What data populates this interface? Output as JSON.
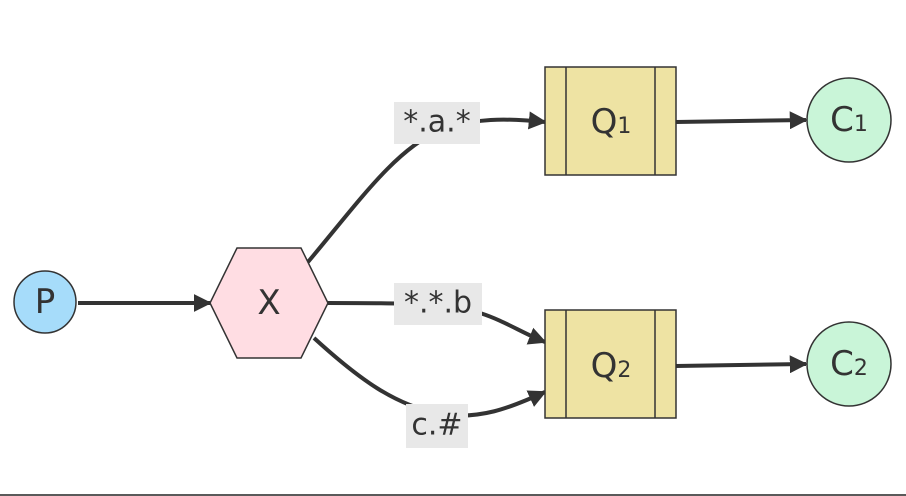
{
  "diagram": {
    "nodes": {
      "producer": {
        "label": "P",
        "shape": "circle",
        "fill": "#a6dcfa"
      },
      "exchange": {
        "label": "X",
        "shape": "hexagon",
        "fill": "#ffdde3"
      },
      "queue1": {
        "label": "Q",
        "sub": "1",
        "shape": "queue",
        "fill": "#eee3a3"
      },
      "queue2": {
        "label": "Q",
        "sub": "2",
        "shape": "queue",
        "fill": "#eee3a3"
      },
      "consumer1": {
        "label": "C",
        "sub": "1",
        "shape": "circle",
        "fill": "#c9f5d8"
      },
      "consumer2": {
        "label": "C",
        "sub": "2",
        "shape": "circle",
        "fill": "#c9f5d8"
      }
    },
    "edges": [
      {
        "from": "P",
        "to": "X",
        "label": ""
      },
      {
        "from": "X",
        "to": "Q1",
        "label": "*.a.*"
      },
      {
        "from": "X",
        "to": "Q2",
        "label": "*.*.b"
      },
      {
        "from": "X",
        "to": "Q2",
        "label": "c.#"
      },
      {
        "from": "Q1",
        "to": "C1",
        "label": ""
      },
      {
        "from": "Q2",
        "to": "C2",
        "label": ""
      }
    ],
    "colors": {
      "stroke": "#333333",
      "label_background": "#e8e8e8"
    }
  }
}
